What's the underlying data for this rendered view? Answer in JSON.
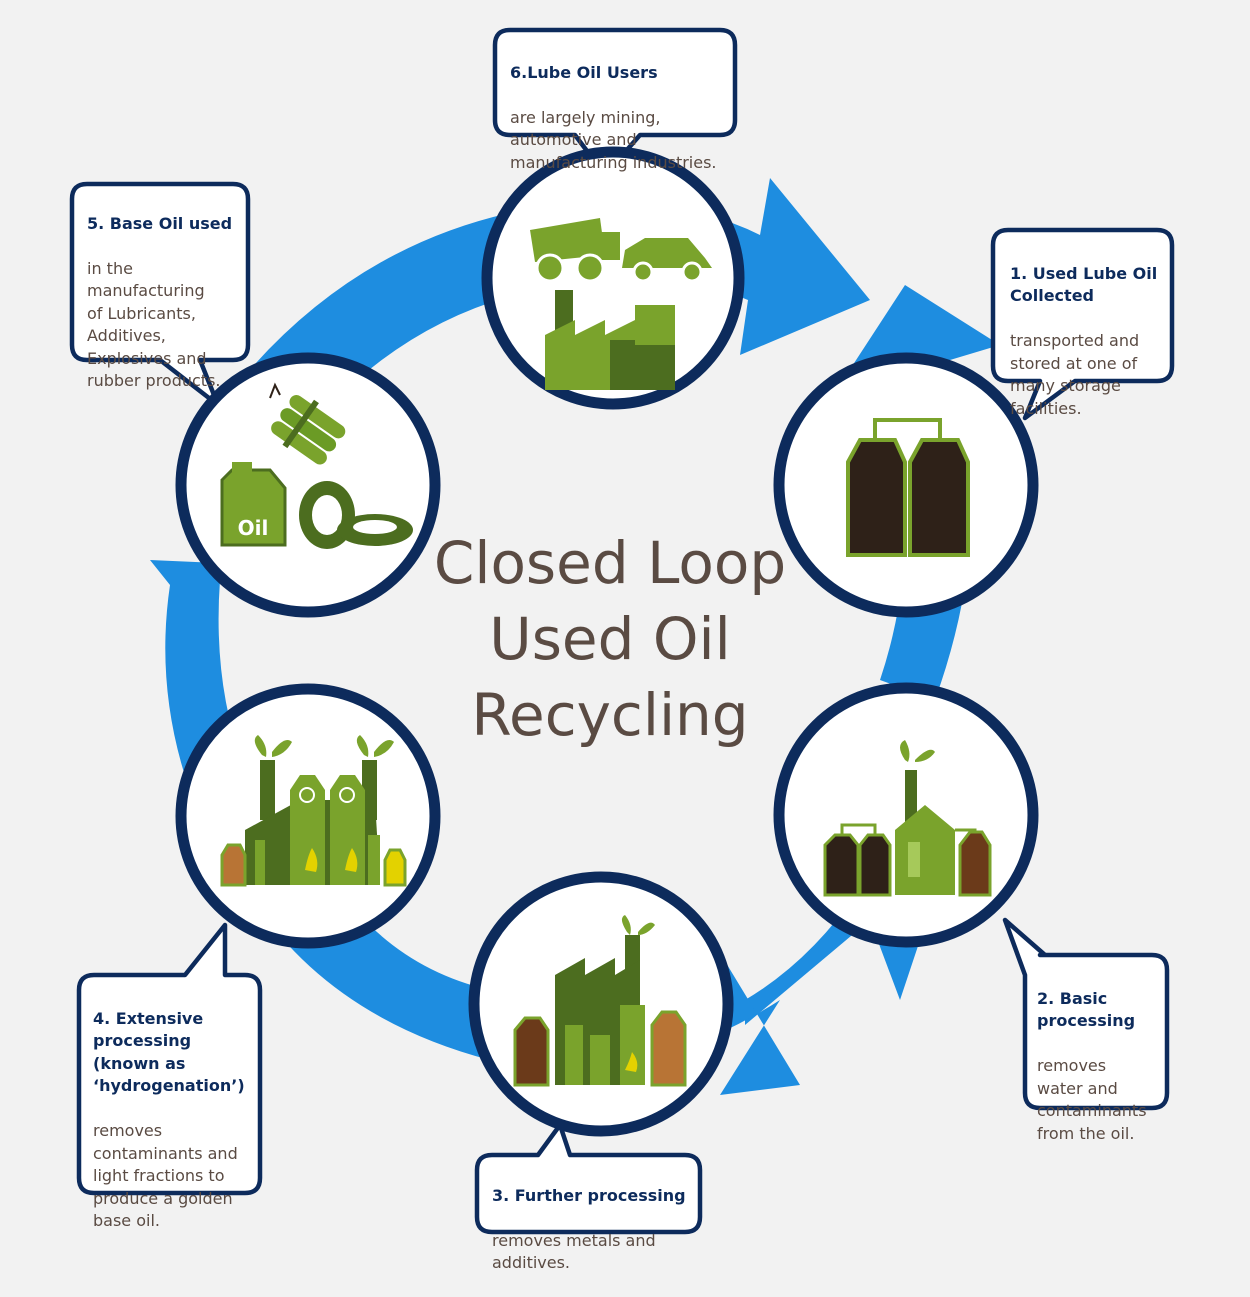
{
  "title": [
    "Closed Loop",
    "Used Oil",
    "Recycling"
  ],
  "colors": {
    "arrow": "#1e8de0",
    "circle_border": "#0d2b5c",
    "callout_border": "#0d2b5c",
    "heading_text": "#0d2b5c",
    "body_text": "#5a4b43",
    "green": "#7aa32c",
    "dark_green": "#4c6d1f",
    "tank_dark": "#2e2118",
    "tank_brown": "#6b3a1a",
    "tank_orange": "#b87435",
    "tank_yellow": "#e3d200"
  },
  "stages": [
    {
      "id": "stage-1",
      "heading": "1. Used Lube Oil\nCollected",
      "body": "transported and\nstored at one of\nmany storage\nfacilities.",
      "icon": "storage-tanks-icon"
    },
    {
      "id": "stage-2",
      "heading": "2. Basic\nprocessing",
      "body": "removes\nwater and\ncontaminants\nfrom the oil.",
      "icon": "basic-processing-plant-icon"
    },
    {
      "id": "stage-3",
      "heading": "3. Further processing",
      "body": "removes metals and\nadditives.",
      "icon": "further-processing-plant-icon"
    },
    {
      "id": "stage-4",
      "heading": "4. Extensive\nprocessing\n(known as\n‘hydrogenation’)",
      "body": "removes\ncontaminants and\nlight fractions to\nproduce a golden\nbase oil.",
      "icon": "hydrogenation-plant-icon"
    },
    {
      "id": "stage-5",
      "heading": "5. Base Oil used",
      "body": "in the\nmanufacturing\nof Lubricants,\nAdditives,\nExplosives and\nrubber products.",
      "icon": "base-oil-products-icon",
      "oil_label": "Oil"
    },
    {
      "id": "stage-6",
      "heading": "6.Lube Oil Users",
      "body": "are largely mining,\nautomotive and\nmanufacturing industries.",
      "icon": "lube-oil-users-icon"
    }
  ]
}
